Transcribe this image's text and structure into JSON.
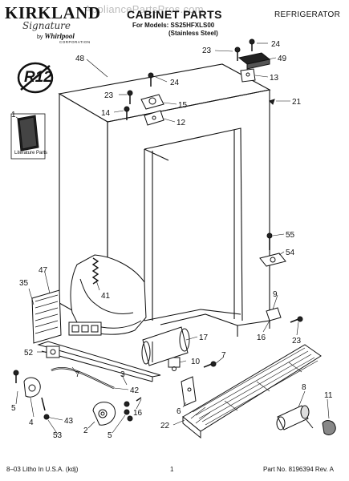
{
  "header": {
    "brand_line1": "KIRKLAND",
    "brand_line2": "Signature",
    "brand_by": "by",
    "brand_maker": "Whirlpool",
    "brand_corp": "CORPORATION",
    "watermark": "AppliancePartsPros.com",
    "title": "CABINET PARTS",
    "models_line1": "For Models: SS25HFXLS00",
    "models_line2": "(Stainless Steel)",
    "category": "REFRIGERATOR"
  },
  "badge": {
    "text": "R12"
  },
  "literature": {
    "label": "Literature Parts"
  },
  "callouts": {
    "c1": "1",
    "c48": "48",
    "c23a": "23",
    "c24a": "24",
    "c49": "49",
    "c13": "13",
    "c24b": "24",
    "c23b": "23",
    "c15": "15",
    "c14": "14",
    "c12": "12",
    "c21": "21",
    "c55": "55",
    "c54": "54",
    "c47": "47",
    "c35": "35",
    "c41": "41",
    "c9": "9",
    "c16a": "16",
    "c23c": "23",
    "c17": "17",
    "c52": "52",
    "c10": "10",
    "c7a": "7",
    "c7b": "7",
    "c3": "3",
    "c42": "42",
    "c8": "8",
    "c11": "11",
    "c5a": "5",
    "c16b": "16",
    "c6": "6",
    "c4": "4",
    "c43": "43",
    "c2": "2",
    "c5b": "5",
    "c53": "53",
    "c22": "22"
  },
  "footer": {
    "left": "8–03 Litho In U.S.A. (kdj)",
    "center": "1",
    "right": "Part No. 8196394 Rev. A"
  }
}
